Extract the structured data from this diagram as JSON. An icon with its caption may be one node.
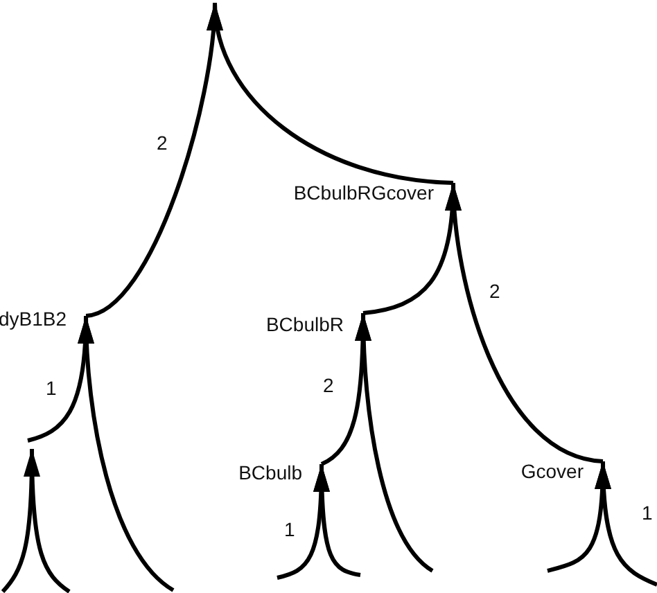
{
  "diagram": {
    "nodes": [
      {
        "text": [
          "dyB1B2"
        ]
      },
      {
        "text": [
          "BCbulbRGcover"
        ]
      },
      {
        "text": [
          "BCbulbR"
        ]
      },
      {
        "text": [
          "BCbulb"
        ]
      },
      {
        "text": [
          "Gcover"
        ]
      }
    ],
    "edges": [
      {
        "from": 0,
        "to": null,
        "arrow": "to",
        "label": "2"
      },
      {
        "from": 1,
        "to": null,
        "arrow": "to"
      },
      {
        "from": null,
        "to": 0,
        "arrow": "to",
        "label": "1"
      },
      {
        "from": null,
        "to": 0,
        "arrow": "to"
      },
      {
        "from": 2,
        "to": 1,
        "arrow": "to"
      },
      {
        "from": 4,
        "to": 1,
        "arrow": "to",
        "label": "2"
      },
      {
        "from": 3,
        "to": 2,
        "arrow": "to",
        "label": "2"
      },
      {
        "from": null,
        "to": 2,
        "arrow": "to"
      },
      {
        "from": null,
        "to": 3,
        "arrow": "to",
        "label": "1"
      },
      {
        "from": null,
        "to": 3,
        "arrow": "to"
      },
      {
        "from": null,
        "to": 4,
        "arrow": "to"
      },
      {
        "from": null,
        "to": 4,
        "arrow": "to",
        "label": "1"
      }
    ]
  }
}
